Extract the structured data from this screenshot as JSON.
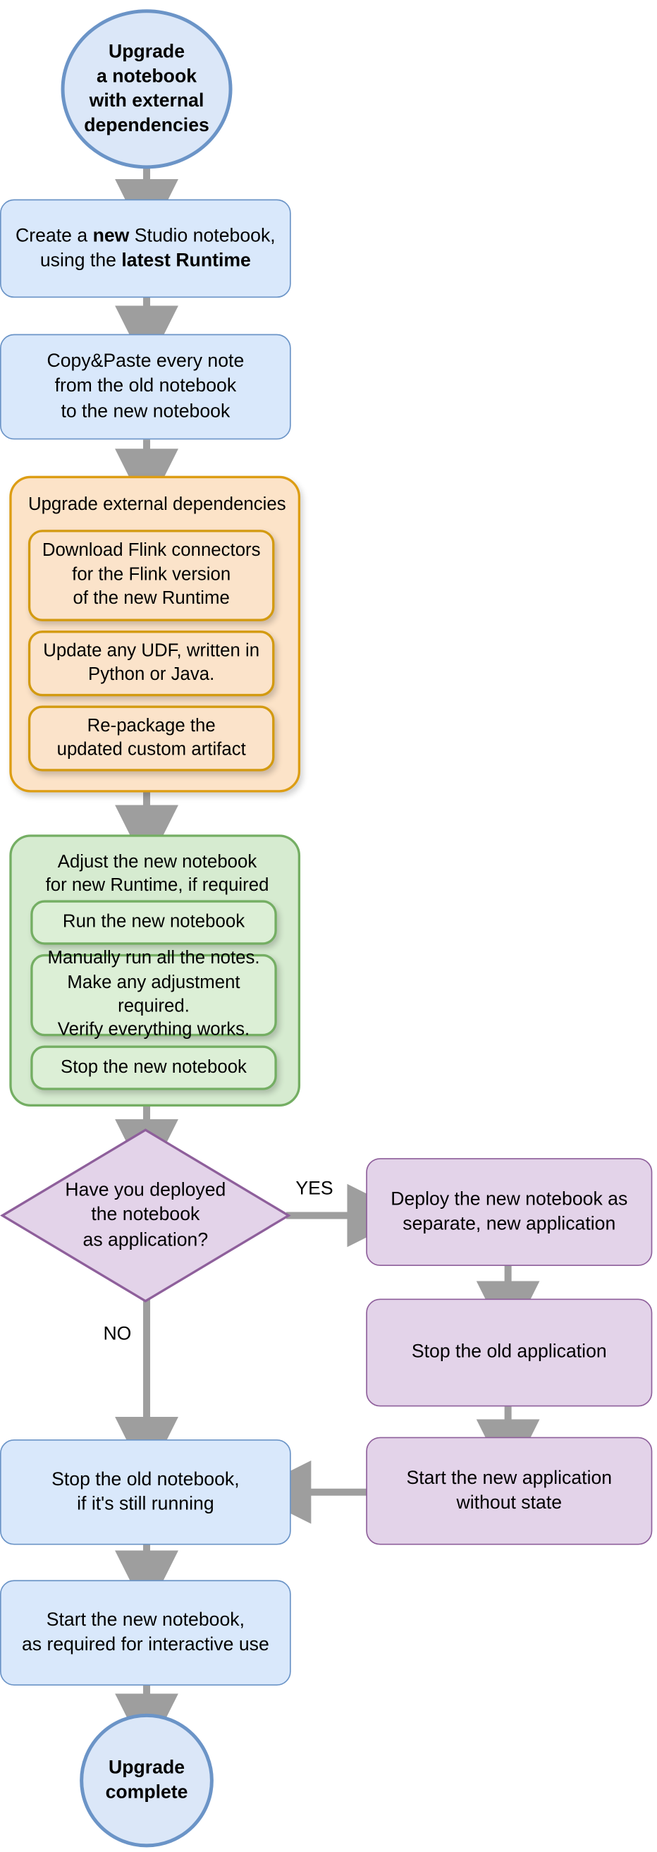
{
  "diagram": {
    "title": "Upgrade a notebook with external dependencies",
    "colors": {
      "blue_fill": "#d9e8fb",
      "blue_stroke": "#6b94c7",
      "orange_fill": "#fce3c8",
      "orange_stroke": "#dd9d13",
      "green_fill": "#d6ebd0",
      "green_stroke": "#74ae63",
      "purple_fill": "#e3d3e9",
      "purple_stroke": "#8e5f9b",
      "arrow": "#9e9e9e"
    },
    "start_node": {
      "label": "Upgrade\na notebook\nwith external\ndependencies",
      "shape": "circle"
    },
    "end_node": {
      "label": "Upgrade\ncomplete",
      "shape": "circle"
    },
    "steps": {
      "create_notebook": {
        "line1_pre": "Create a ",
        "line1_bold": "new",
        "line1_post": " Studio notebook,",
        "line2_pre": "using the ",
        "line2_bold": "latest Runtime"
      },
      "copy_paste": "Copy&Paste every note\nfrom the old notebook\nto the new notebook",
      "stop_old_notebook": "Stop the old notebook,\nif it's still running",
      "start_new_notebook": "Start the new notebook,\nas required for interactive use"
    },
    "upgrade_group": {
      "title": "Upgrade external dependencies",
      "items": [
        "Download Flink connectors\nfor the Flink version\nof the new Runtime",
        "Update any UDF, written in\nPython or Java.",
        "Re-package the\nupdated custom artifact"
      ]
    },
    "adjust_group": {
      "title": "Adjust the new notebook\nfor new Runtime, if required",
      "items": [
        "Run the new notebook",
        "Manually run all the notes.\nMake any adjustment required.\nVerify everything works.",
        "Stop the new notebook"
      ]
    },
    "decision": {
      "label": "Have you deployed\nthe notebook\nas application?",
      "yes_label": "YES",
      "no_label": "NO"
    },
    "deploy_branch": [
      "Deploy the new notebook as\nseparate, new application",
      "Stop the old application",
      "Start the new application\nwithout state"
    ]
  }
}
